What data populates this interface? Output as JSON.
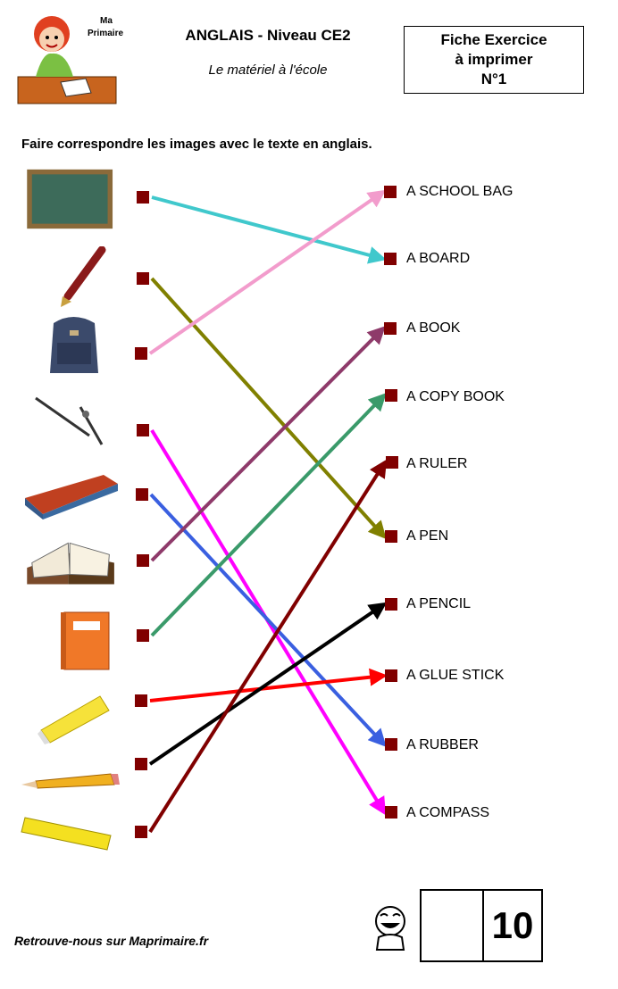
{
  "header": {
    "logo_text": [
      "Ma",
      "Primaire"
    ],
    "title": "ANGLAIS - Niveau CE2",
    "subtitle": "Le matériel à l'école",
    "fiche_lines": [
      "Fiche Exercice",
      "à imprimer",
      "N°1"
    ]
  },
  "instruction": "Faire correspondre les images avec le texte en anglais.",
  "pictures": [
    "board-picture",
    "pen-picture",
    "school-bag-picture",
    "compass-picture",
    "rubber-picture",
    "book-picture",
    "copy-book-picture",
    "glue-stick-picture",
    "pencil-picture",
    "ruler-picture"
  ],
  "words": [
    "A SCHOOL BAG",
    "A BOARD",
    "A BOOK",
    "A COPY BOOK",
    "A RULER",
    "A PEN",
    "A PENCIL",
    "A GLUE STICK",
    "A RUBBER",
    "A COMPASS"
  ],
  "matches": [
    {
      "picture": 0,
      "word": 1,
      "color": "#40c8cc"
    },
    {
      "picture": 1,
      "word": 5,
      "color": "#808000"
    },
    {
      "picture": 2,
      "word": 0,
      "color": "#f29ccc"
    },
    {
      "picture": 3,
      "word": 9,
      "color": "#ff00ff"
    },
    {
      "picture": 4,
      "word": 8,
      "color": "#3a5fe0"
    },
    {
      "picture": 5,
      "word": 2,
      "color": "#8e3a6a"
    },
    {
      "picture": 6,
      "word": 3,
      "color": "#3a9a6a"
    },
    {
      "picture": 7,
      "word": 7,
      "color": "#ff0000"
    },
    {
      "picture": 8,
      "word": 6,
      "color": "#000000"
    },
    {
      "picture": 9,
      "word": 4,
      "color": "#800000"
    }
  ],
  "colors": {
    "square": "#800000"
  },
  "footer": "Retrouve-nous sur Maprimaire.fr",
  "score": "10"
}
